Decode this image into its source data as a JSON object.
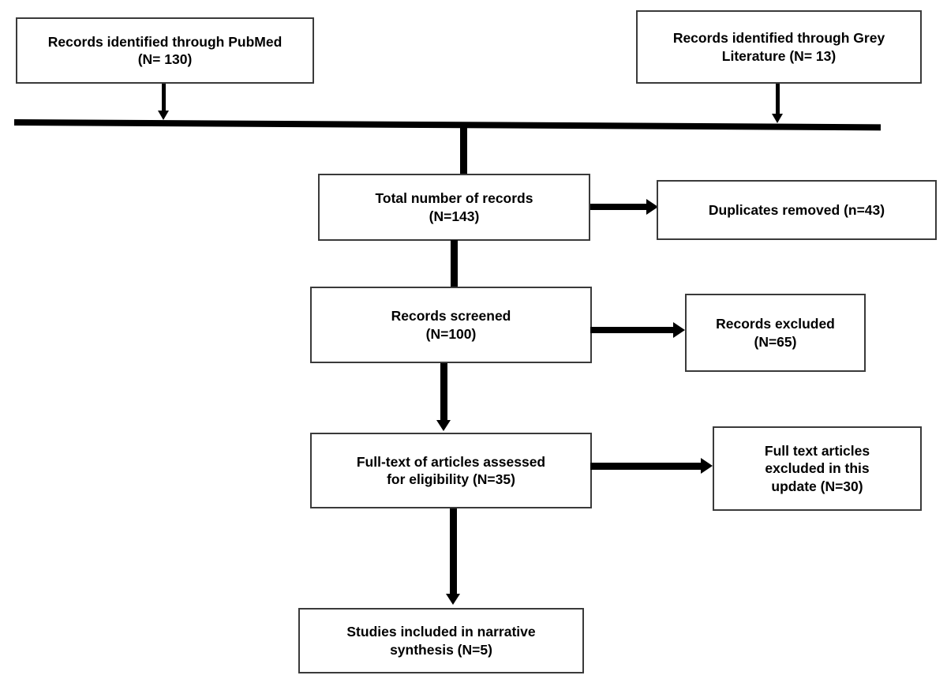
{
  "diagram": {
    "title": "PRISMA study selection flow diagram",
    "type": "flowchart",
    "background_color": "#ffffff",
    "line_color": "#000000",
    "box_border_color": "#3a3a3a"
  },
  "nodes": {
    "pubmed": {
      "label": "Records identified through PubMed\n(N= 130)",
      "count": 130
    },
    "grey": {
      "label": "Records identified through Grey\nLiterature (N= 13)",
      "count": 13
    },
    "total": {
      "label": "Total number of records\n(N=143)",
      "count": 143
    },
    "duplicates": {
      "label": "Duplicates removed (n=43)",
      "count": 43
    },
    "screened": {
      "label": "Records screened\n(N=100)",
      "count": 100
    },
    "excluded": {
      "label": "Records excluded\n(N=65)",
      "count": 65
    },
    "fulltext": {
      "label": "Full-text of articles assessed\nfor eligibility (N=35)",
      "count": 35
    },
    "fulltext_excluded": {
      "label": "Full text articles\nexcluded in this\nupdate (N=30)",
      "count": 30
    },
    "included": {
      "label": "Studies included in narrative\nsynthesis (N=5)",
      "count": 5
    }
  },
  "connectors": [
    {
      "name": "pubmed-to-bar",
      "from": "pubmed",
      "to": "merge-bar",
      "direction": "down",
      "arrowhead": true
    },
    {
      "name": "grey-to-bar",
      "from": "grey",
      "to": "merge-bar",
      "direction": "down",
      "arrowhead": true
    },
    {
      "name": "bar-to-total",
      "from": "merge-bar",
      "to": "total",
      "direction": "down",
      "arrowhead": false
    },
    {
      "name": "total-to-duplicates",
      "from": "total",
      "to": "duplicates",
      "direction": "right",
      "arrowhead": true
    },
    {
      "name": "total-to-screened",
      "from": "total",
      "to": "screened",
      "direction": "down",
      "arrowhead": false
    },
    {
      "name": "screened-to-excluded",
      "from": "screened",
      "to": "excluded",
      "direction": "right",
      "arrowhead": true
    },
    {
      "name": "screened-to-fulltext",
      "from": "screened",
      "to": "fulltext",
      "direction": "down",
      "arrowhead": true
    },
    {
      "name": "fulltext-to-fulltext-excluded",
      "from": "fulltext",
      "to": "fulltext_excluded",
      "direction": "right",
      "arrowhead": true
    },
    {
      "name": "fulltext-to-included",
      "from": "fulltext",
      "to": "included",
      "direction": "down",
      "arrowhead": true
    }
  ]
}
